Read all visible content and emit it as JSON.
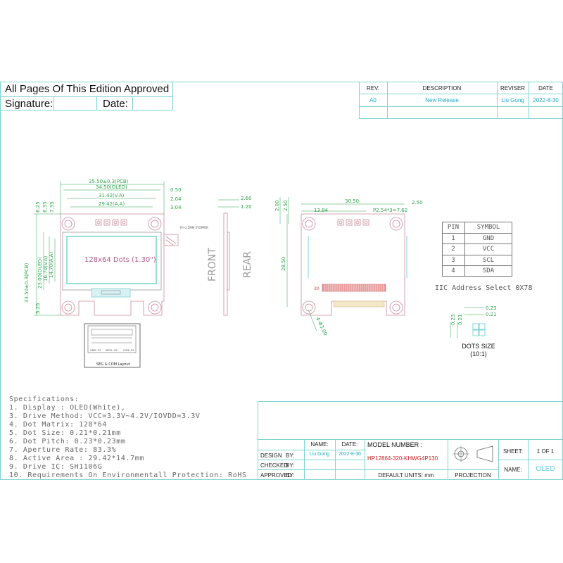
{
  "header": {
    "approved_text": "All Pages Of This Edition Approved",
    "signature_label": "Signature:",
    "date_label": "Date:"
  },
  "revision_table": {
    "headers": [
      "REV.",
      "DESCRIPTION",
      "REVISER",
      "DATE"
    ],
    "row": {
      "rev": "A0",
      "description": "New Release",
      "reviser": "Liu Gong",
      "date": "2022-8-30"
    }
  },
  "drawing": {
    "front_dims": {
      "pcb_width": "35.50±0.3(PCB)",
      "oled_width": "34.50(OLED)",
      "va_width": "31.42(V.A)",
      "aa_width": "29.42(A.A)",
      "right_050": "0.50",
      "right_204": "2.04",
      "right_304": "3.04",
      "left_625a": "6.25",
      "left_635": "6.35",
      "left_735": "7.35",
      "pcb_height": "33.50±0.3(PCB)",
      "oled_height": "23.00(OLED)",
      "va_height": "16.70(V.A)",
      "aa_height": "14.70(A.A)",
      "bottom_525": "5.25",
      "fpc_label": "PI+2.5MM\nSTOPPER"
    },
    "screen_label": "128x64 Dots (1.30\")",
    "front_label": "FRONT",
    "rear_label": "REAR",
    "side_dims": {
      "top": "2.60",
      "second": "1.20"
    },
    "rear_dims": {
      "width": "30.50",
      "left": "13.84",
      "right": "2.50",
      "pitch": "P2.54*3=7.62",
      "height": "28.50",
      "top_a": "2.00",
      "top_b": "2.50",
      "hole": "4-Φ3.00",
      "pin_count": "30"
    },
    "layout_caption": "SEG & COM Layout",
    "layout_labels": [
      "GND~33",
      "SEG0~63",
      "COM~63"
    ]
  },
  "pin_table": {
    "headers": [
      "PIN",
      "SYMBOL"
    ],
    "rows": [
      {
        "pin": "1",
        "symbol": "GND"
      },
      {
        "pin": "2",
        "symbol": "VCC"
      },
      {
        "pin": "3",
        "symbol": "SCL"
      },
      {
        "pin": "4",
        "symbol": "SDA"
      }
    ]
  },
  "iic_text": "IIC Address Select 0X78",
  "dots": {
    "title": "DOTS SIZE",
    "scale": "(10:1)",
    "dim_a": "0.23",
    "dim_b": "0.21",
    "dim_c": "0.23",
    "dim_d": "0.21"
  },
  "specifications": {
    "title": "Specifications:",
    "items": [
      "1. Display : OLED(White),",
      "3. Drive Method: VCC=3.3V~4.2V/IOVDD=3.3V",
      "4. Dot Matrix: 128*64",
      "5. Dot Size: 0.21*0.21mm",
      "6. Dot Pitch: 0.23*0.23mm",
      "7. Aperture Rate: 83.3%",
      "8. Active Area : 29.42*14.7mm",
      "9. Drive IC: SH1106G",
      "10. Requirements On Environmentall Protection: RoHS"
    ]
  },
  "title_block": {
    "name_header": "NAME:",
    "date_header": "DATE:",
    "model_label": "MODEL NUMBER :",
    "model_value": "HP12864-320-KHWG4P130",
    "design_label": "DESIGN",
    "by_label": "BY:",
    "design_name": "Liu Gong",
    "design_date": "2022-8-30",
    "checked_label": "CHECKED",
    "approved_label": "APPROVED",
    "default_units": "DEFAULT UNITS: mm",
    "projection": "PROJECTION",
    "sheet_label": "SHEET:",
    "sheet_value": "1 OF 1",
    "name_label": "NAME:",
    "name_value": "OLED"
  },
  "colors": {
    "border": "#7fd4d4",
    "dimension": "#2aa44a",
    "outline": "#c98a9a",
    "screen": "#7fd4d4",
    "accent_red": "#d02020"
  }
}
